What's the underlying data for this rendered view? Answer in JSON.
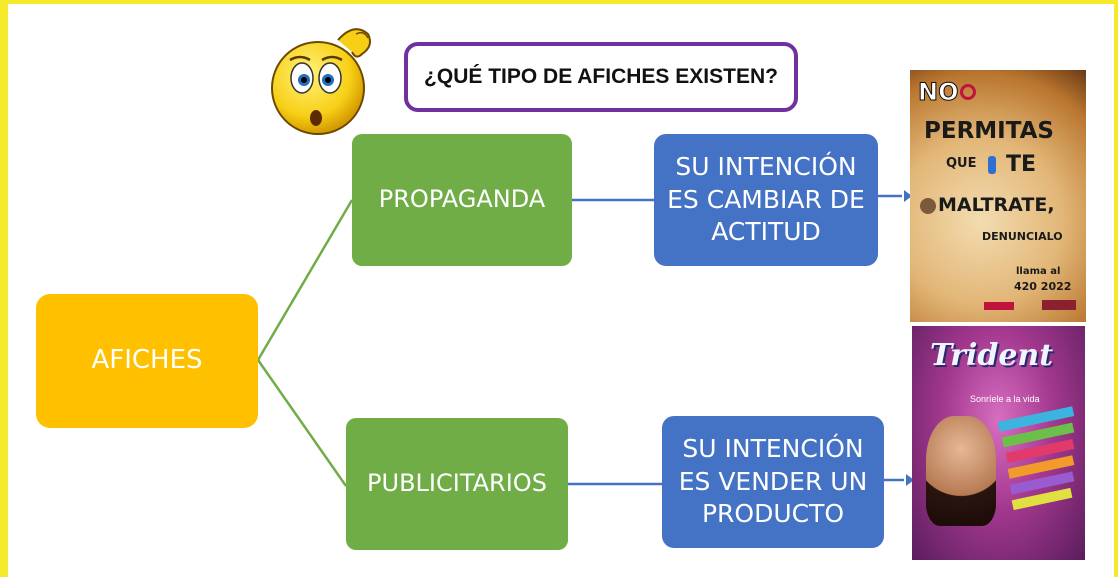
{
  "title": "¿QUÉ TIPO DE AFICHES EXISTEN?",
  "root": {
    "label": "AFICHES"
  },
  "branches": [
    {
      "type": "PROPAGANDA",
      "intent": "SU INTENCIÓN ES CAMBIAR DE ACTITUD"
    },
    {
      "type": "PUBLICITARIOS",
      "intent": "SU INTENCIÓN ES VENDER UN PRODUCTO"
    }
  ],
  "posters": {
    "propaganda": {
      "lines": [
        "NO",
        "PERMITAS",
        "QUE",
        "TE",
        "MALTRATE,",
        "DENUNCIALO",
        "llama al",
        "420 2022"
      ]
    },
    "publicidad": {
      "brand": "Trident",
      "tagline": "Sonríele a la vida"
    }
  },
  "colors": {
    "root": "#ffc000",
    "type": "#70ad47",
    "intent": "#4472c4",
    "title_border": "#7030a0",
    "frame": "#f5ea2a"
  }
}
